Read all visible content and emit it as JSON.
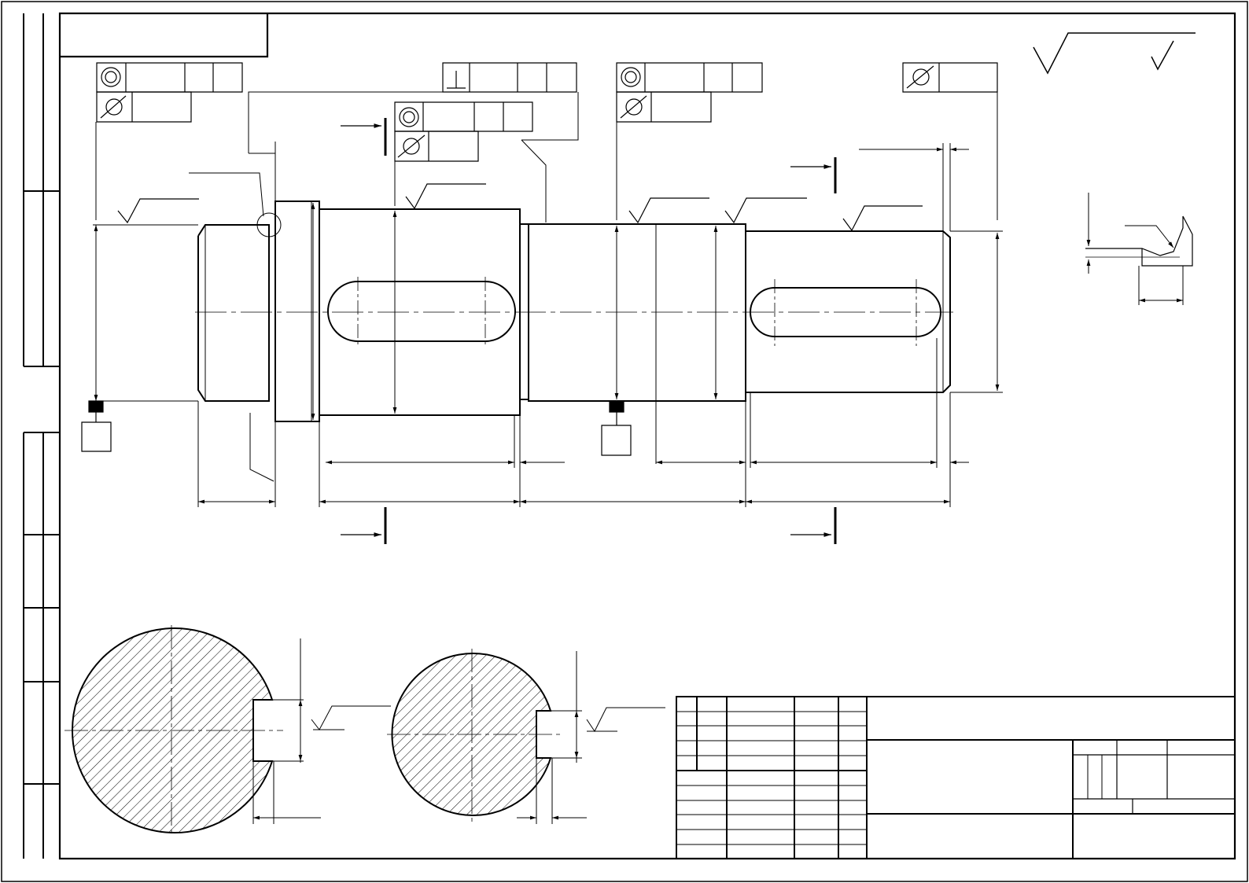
{
  "drawing": {
    "type": "shaft-working-drawing",
    "views": [
      "main-view",
      "section-view-1",
      "section-view-2",
      "surface-roughness-detail"
    ],
    "symbols": {
      "tolerance_frames": [
        "concentricity-symbol",
        "runout-symbol",
        "perpendicularity-symbol"
      ],
      "roughness_marks": "roughness-check-mark",
      "datum_marks": "datum-triangle-marker",
      "section_arrows": "section-cut-arrow"
    },
    "colors": {
      "line": "#000000",
      "paper": "#ffffff",
      "hatch": "#000000"
    }
  }
}
